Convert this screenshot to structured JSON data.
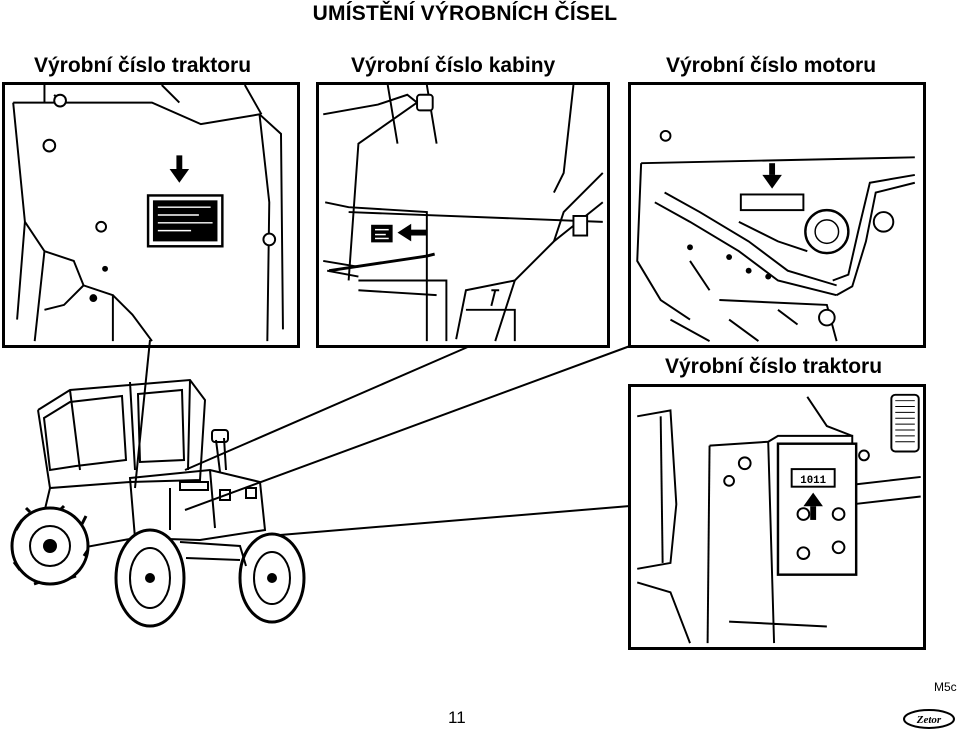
{
  "page": {
    "title": "UMÍSTĚNÍ VÝROBNÍCH ČÍSEL",
    "page_number": "11",
    "doc_code": "M5c",
    "brand": "Zetor"
  },
  "panels": [
    {
      "label": "Výrobní číslo traktoru"
    },
    {
      "label": "Výrobní číslo kabiny"
    },
    {
      "label": "Výrobní číslo motoru"
    },
    {
      "label": "Výrobní číslo traktoru",
      "plate_text": "1011"
    }
  ],
  "icons": [
    "arrow-down-icon",
    "arrow-left-icon",
    "arrow-up-icon",
    "zetor-logo"
  ]
}
